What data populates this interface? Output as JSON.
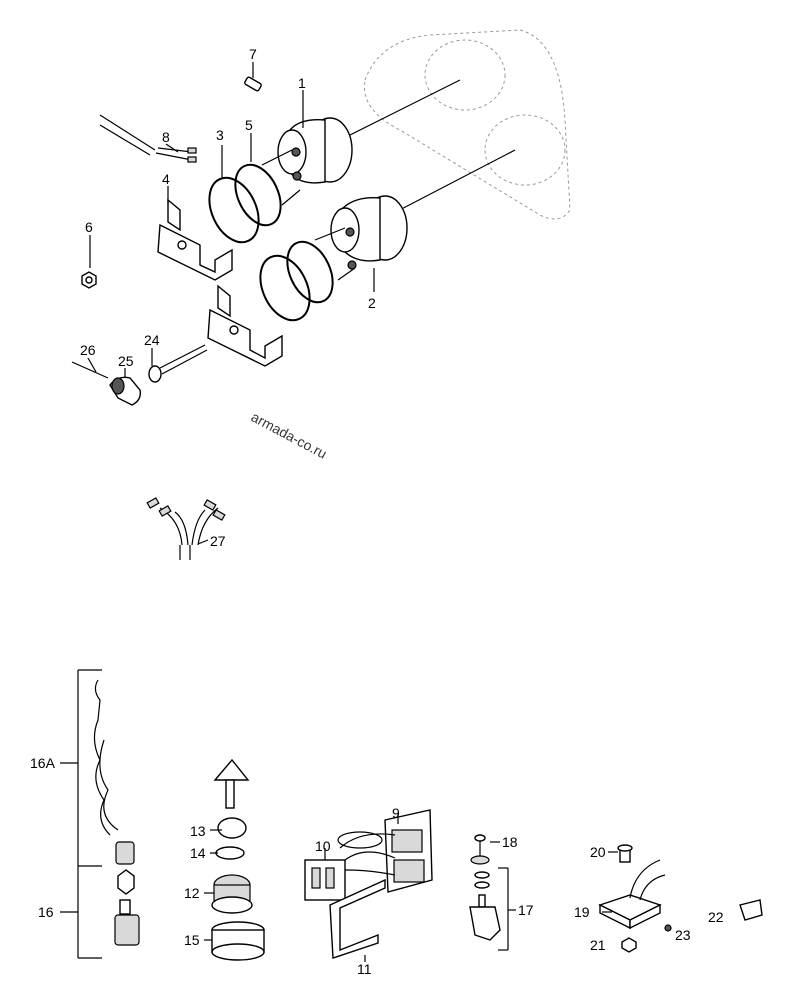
{
  "watermark": "armada-co.ru",
  "callouts": {
    "c1": "1",
    "c2": "2",
    "c3": "3",
    "c4": "4",
    "c5": "5",
    "c6": "6",
    "c7": "7",
    "c8": "8",
    "c9": "9",
    "c10": "10",
    "c11": "11",
    "c12": "12",
    "c13": "13",
    "c14": "14",
    "c15": "15",
    "c16": "16",
    "c16a": "16A",
    "c17": "17",
    "c18": "18",
    "c19": "19",
    "c20": "20",
    "c21": "21",
    "c22": "22",
    "c23": "23",
    "c24": "24",
    "c25": "25",
    "c26": "26",
    "c27": "27"
  }
}
